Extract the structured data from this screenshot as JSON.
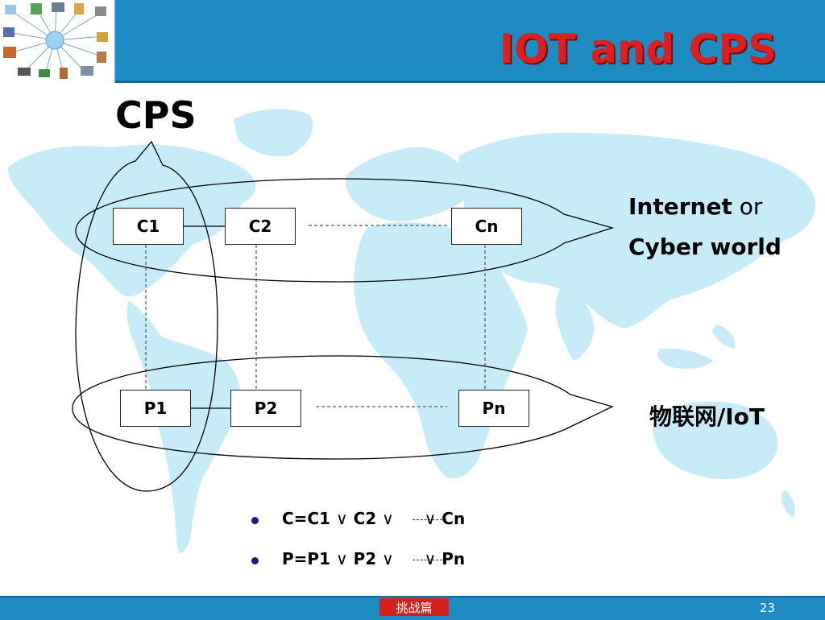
{
  "header": {
    "title": "IOT and CPS"
  },
  "diagram": {
    "cps_label": "CPS",
    "cyber_nodes": [
      "C1",
      "C2",
      "Cn"
    ],
    "physical_nodes": [
      "P1",
      "P2",
      "Pn"
    ],
    "internet_label_bold": "Internet",
    "internet_label_rest": "or",
    "cyber_world_label": "Cyber world",
    "iot_label": "物联网/IoT"
  },
  "formulas": [
    {
      "lhs": "C=C1",
      "op1": "∨",
      "mid": "C2",
      "op2": "∨",
      "op3": "∨",
      "last": "Cn"
    },
    {
      "lhs": "P=P1",
      "op1": "∨",
      "mid": "P2",
      "op2": "∨",
      "op3": "∨",
      "last": "Pn"
    }
  ],
  "footer": {
    "section_label": "挑战篇",
    "page_number": "23"
  },
  "colors": {
    "header": "#1e8bc3",
    "title": "#dc1f1f",
    "map": "#c8ecf7",
    "footer_label": "#d62020"
  }
}
